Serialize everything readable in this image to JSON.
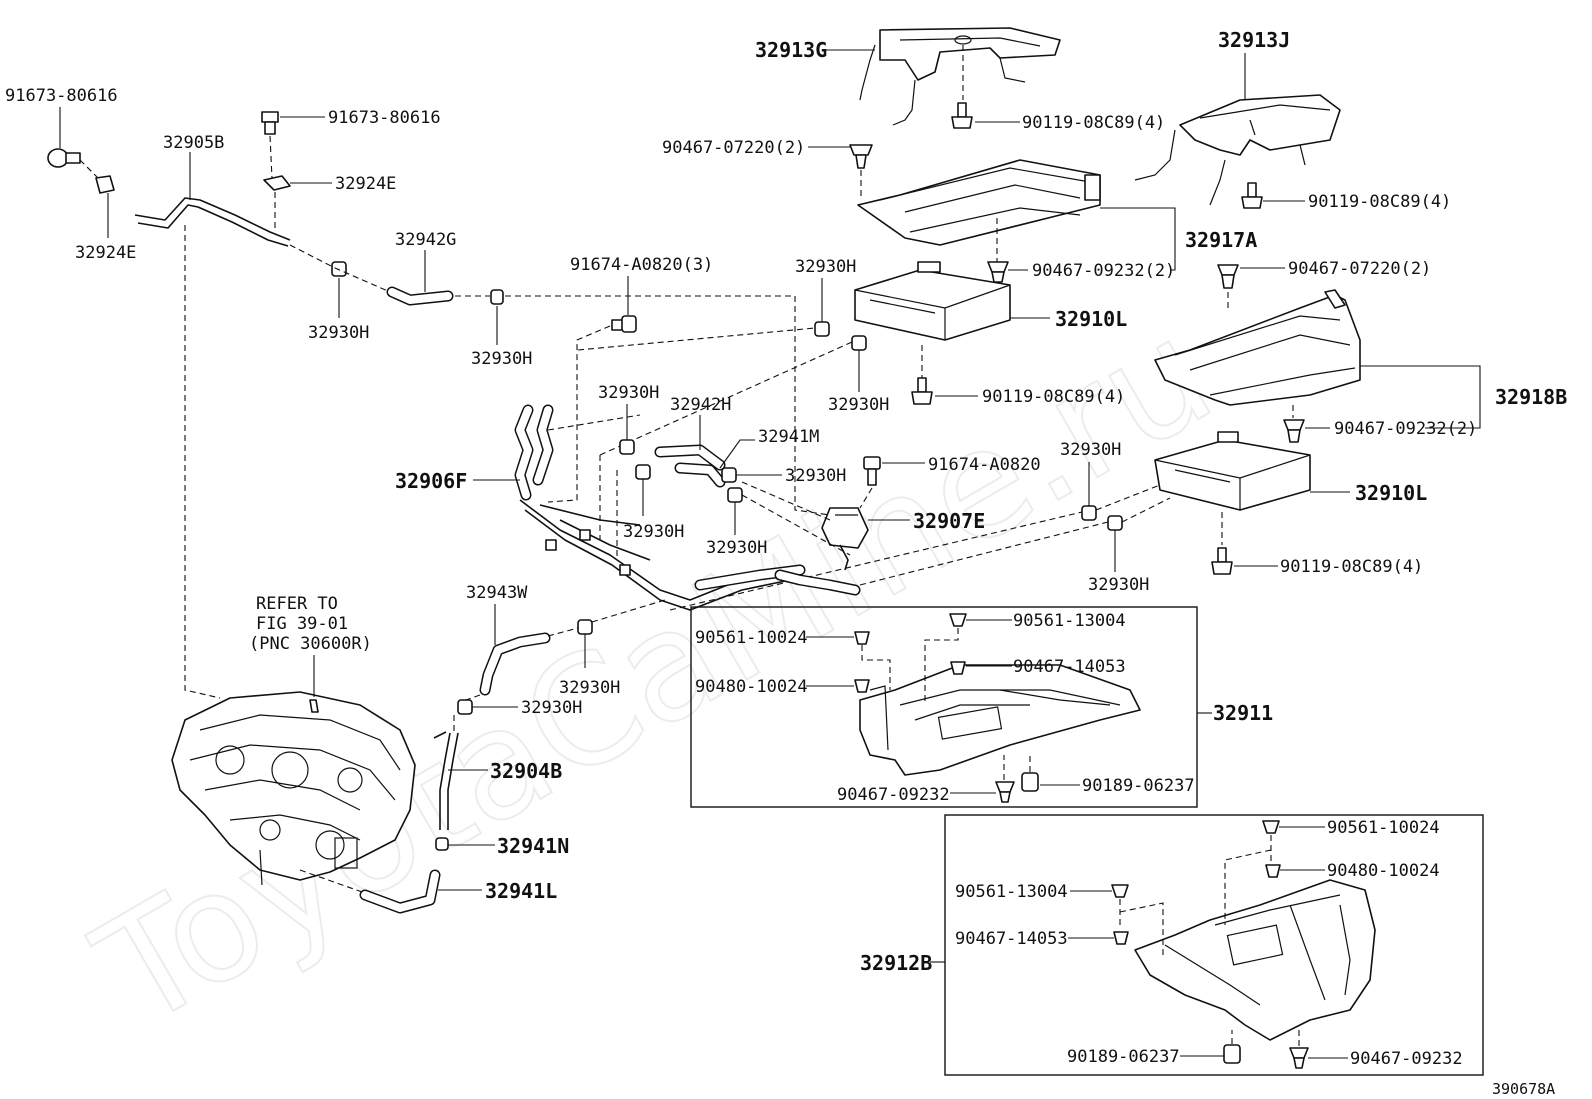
{
  "watermark": "ToyotaCaMine.ru",
  "diagram_id": "390678A",
  "refer_note": {
    "line1": "REFER TO",
    "line2": "FIG 39-01",
    "line3": "(PNC 30600R)"
  },
  "labels": {
    "p91673_80616_a": "91673-80616",
    "p91673_80616_b": "91673-80616",
    "p32905B": "32905B",
    "p32924E_a": "32924E",
    "p32924E_b": "32924E",
    "p32942G": "32942G",
    "p32930H_1": "32930H",
    "p32930H_2": "32930H",
    "p91674_A0820_3": "91674-A0820(3)",
    "p32913G": "32913G",
    "p32913J": "32913J",
    "p90119_08C89_a": "90119-08C89(4)",
    "p90119_08C89_b": "90119-08C89(4)",
    "p90119_08C89_c": "90119-08C89(4)",
    "p90119_08C89_d": "90119-08C89(4)",
    "p90467_07220_a": "90467-07220(2)",
    "p90467_07220_b": "90467-07220(2)",
    "p32917A": "32917A",
    "p90467_09232_2a": "90467-09232(2)",
    "p90467_09232_2b": "90467-09232(2)",
    "p32930H_3": "32930H",
    "p32910L_a": "32910L",
    "p32910L_b": "32910L",
    "p32930H_4": "32930H",
    "p32918B": "32918B",
    "p32930H_5": "32930H",
    "p32942H": "32942H",
    "p32941M": "32941M",
    "p32930H_6": "32930H",
    "p91674_A0820": "91674-A0820",
    "p32906F": "32906F",
    "p32930H_7": "32930H",
    "p32930H_8": "32930H",
    "p32907E": "32907E",
    "p32930H_9": "32930H",
    "p32930H_10": "32930H",
    "p32943W": "32943W",
    "p32930H_11": "32930H",
    "p32930H_12": "32930H",
    "p32904B": "32904B",
    "p32941N": "32941N",
    "p32941L": "32941L",
    "p90561_10024_a": "90561-10024",
    "p90561_13004_a": "90561-13004",
    "p90467_14053_a": "90467-14053",
    "p90480_10024_a": "90480-10024",
    "p32911": "32911",
    "p90467_09232_a": "90467-09232",
    "p90189_06237_a": "90189-06237",
    "p90561_10024_b": "90561-10024",
    "p90480_10024_b": "90480-10024",
    "p90561_13004_b": "90561-13004",
    "p90467_14053_b": "90467-14053",
    "p32912B": "32912B",
    "p90189_06237_b": "90189-06237",
    "p90467_09232_b": "90467-09232"
  }
}
